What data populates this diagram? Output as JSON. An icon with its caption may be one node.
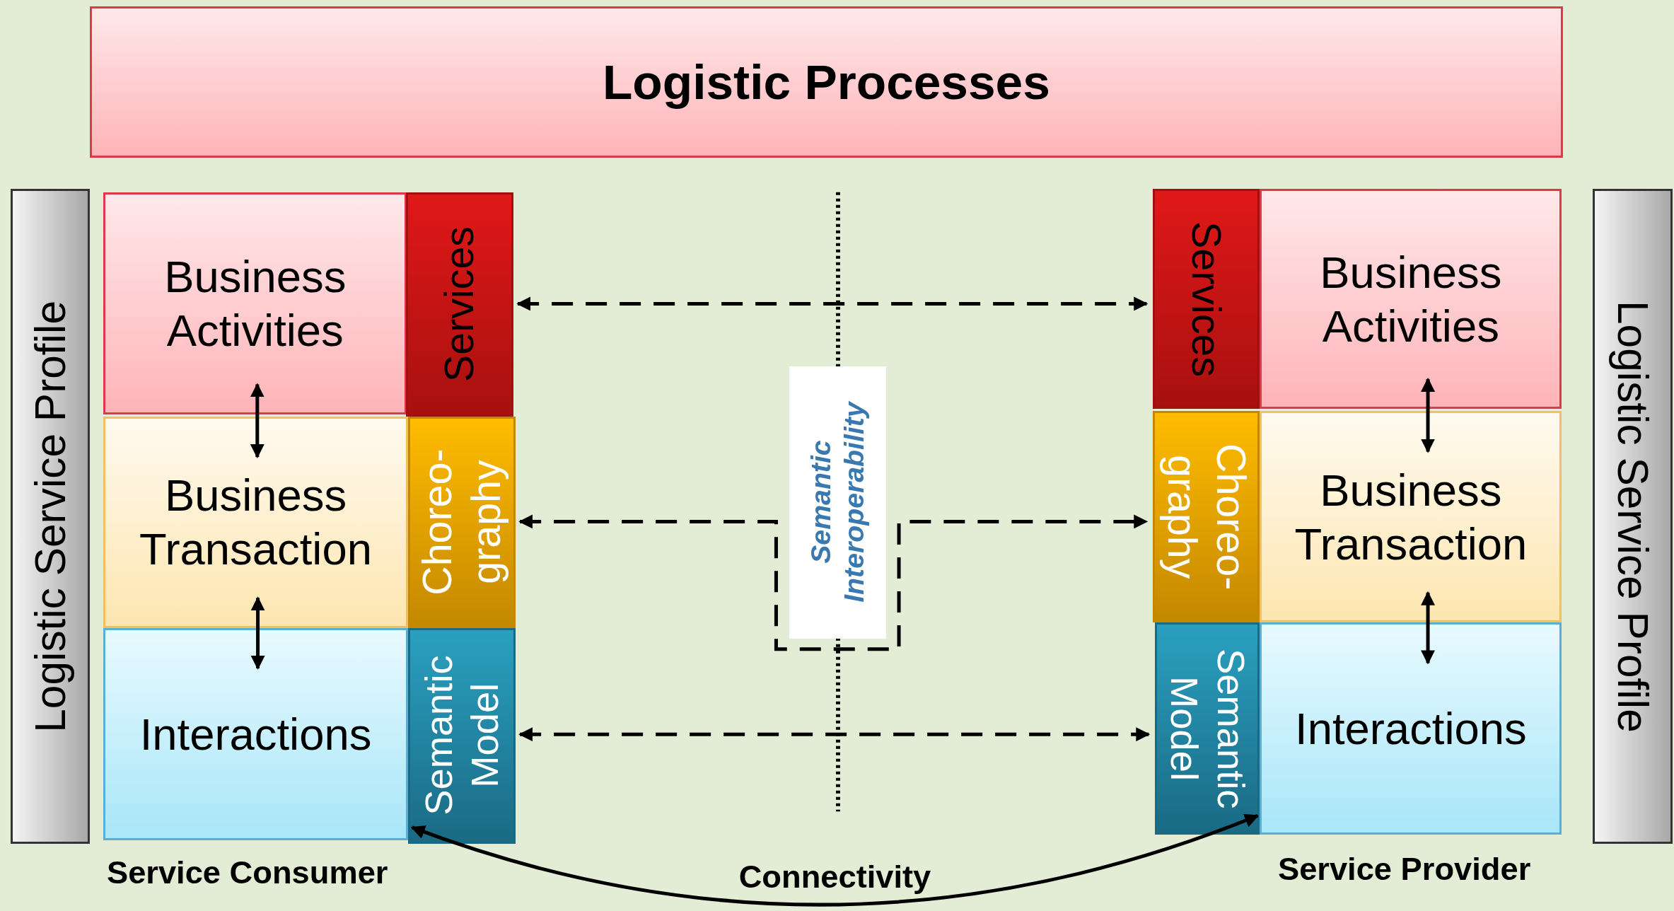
{
  "diagram": {
    "nodes": [
      {
        "text": [
          "Logistic Processes"
        ]
      },
      {
        "text": [
          "Logistic Service Profile"
        ]
      },
      {
        "text": [
          "Business Activities"
        ]
      },
      {
        "text": [
          "Services"
        ]
      },
      {
        "text": [
          "Business Transaction"
        ]
      },
      {
        "text": [
          "Choreo- graphy"
        ]
      },
      {
        "text": [
          "Interactions"
        ]
      },
      {
        "text": [
          "Semantic Model"
        ]
      },
      {
        "text": [
          "Semantic Interoperability"
        ]
      },
      {
        "text": [
          "Services"
        ]
      },
      {
        "text": [
          "Business Activities"
        ]
      },
      {
        "text": [
          "Choreo- graphy"
        ]
      },
      {
        "text": [
          "Business Transaction"
        ]
      },
      {
        "text": [
          "Semantic Model"
        ]
      },
      {
        "text": [
          "Interactions"
        ]
      },
      {
        "text": [
          "Logistic Service Profile"
        ]
      }
    ],
    "edges": [
      {
        "from": 2,
        "to": 4,
        "arrow": "both"
      },
      {
        "from": 4,
        "to": 6,
        "arrow": "both"
      },
      {
        "from": 3,
        "to": 9,
        "arrow": "both",
        "style": "dashed"
      },
      {
        "from": 5,
        "to": 11,
        "arrow": "both",
        "style": "dashed"
      },
      {
        "from": 7,
        "to": 13,
        "arrow": "both",
        "style": "dashed"
      },
      {
        "from": 10,
        "to": 12,
        "arrow": "both"
      },
      {
        "from": 12,
        "to": 14,
        "arrow": "both"
      },
      {
        "from": 7,
        "to": 13,
        "arrow": "both",
        "label": "Connectivity"
      }
    ],
    "labels": [
      "Service Consumer",
      "Service Provider"
    ]
  }
}
